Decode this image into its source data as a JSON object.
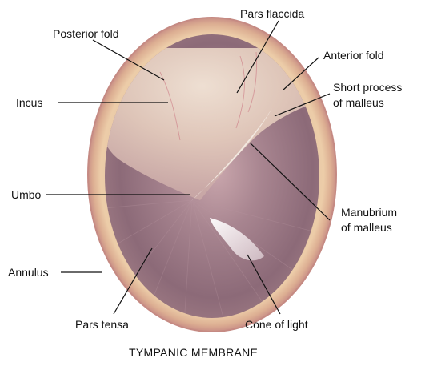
{
  "caption": "TYMPANIC MEMBRANE",
  "labels": {
    "pars_flaccida": "Pars flaccida",
    "posterior_fold": "Posterior fold",
    "anterior_fold": "Anterior fold",
    "incus": "Incus",
    "short_process_line1": "Short process",
    "short_process_line2": "of malleus",
    "umbo": "Umbo",
    "manubrium_line1": "Manubrium",
    "manubrium_line2": "of malleus",
    "annulus": "Annulus",
    "pars_tensa": "Pars tensa",
    "cone_of_light": "Cone of light"
  }
}
